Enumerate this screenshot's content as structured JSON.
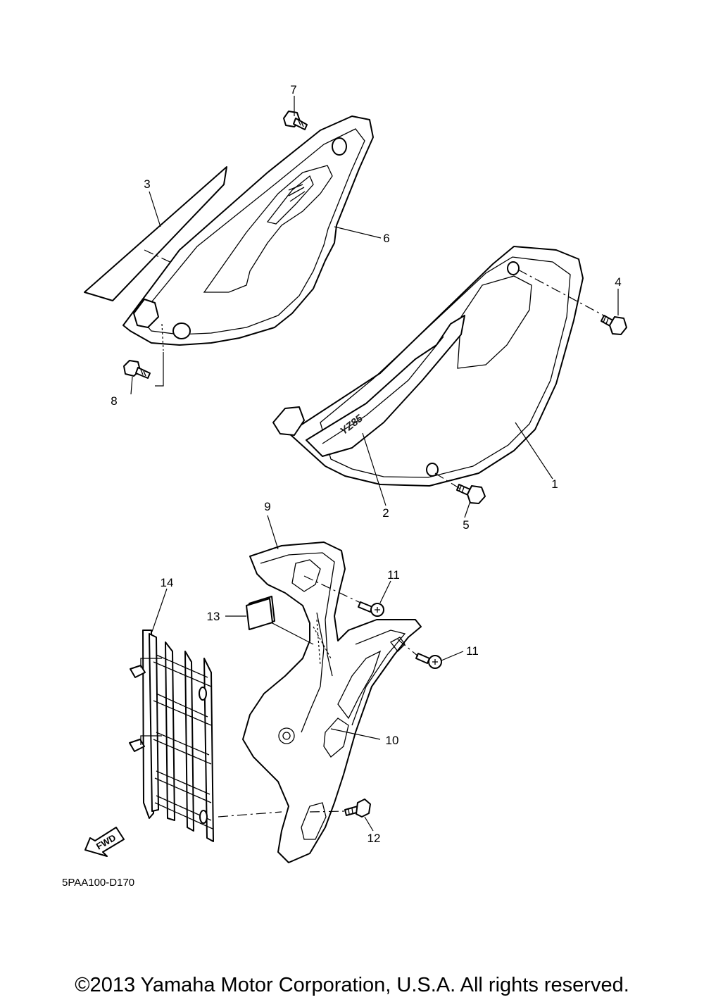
{
  "diagram": {
    "callouts": [
      {
        "id": "1",
        "label": "1"
      },
      {
        "id": "2",
        "label": "2"
      },
      {
        "id": "3",
        "label": "3"
      },
      {
        "id": "4",
        "label": "4"
      },
      {
        "id": "5",
        "label": "5"
      },
      {
        "id": "6",
        "label": "6"
      },
      {
        "id": "7",
        "label": "7"
      },
      {
        "id": "8",
        "label": "8"
      },
      {
        "id": "9",
        "label": "9"
      },
      {
        "id": "10",
        "label": "10"
      },
      {
        "id": "11a",
        "label": "11"
      },
      {
        "id": "11b",
        "label": "11"
      },
      {
        "id": "12",
        "label": "12"
      },
      {
        "id": "13",
        "label": "13"
      },
      {
        "id": "14",
        "label": "14"
      }
    ],
    "direction_label": "FWD",
    "decal_text": "YZ85",
    "diagram_code": "5PAA100-D170"
  },
  "footer": {
    "copyright": "©2013 Yamaha Motor Corporation, U.S.A. All rights reserved."
  }
}
